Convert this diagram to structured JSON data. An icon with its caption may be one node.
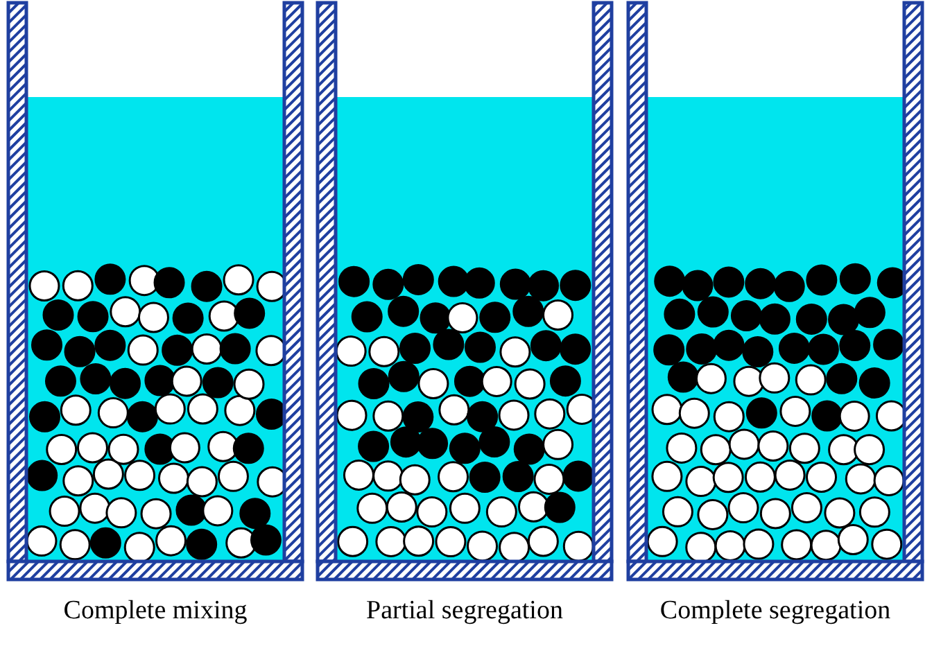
{
  "diagram": {
    "labels": [
      "Complete mixing",
      "Partial segregation",
      "Complete segregation"
    ]
  }
}
